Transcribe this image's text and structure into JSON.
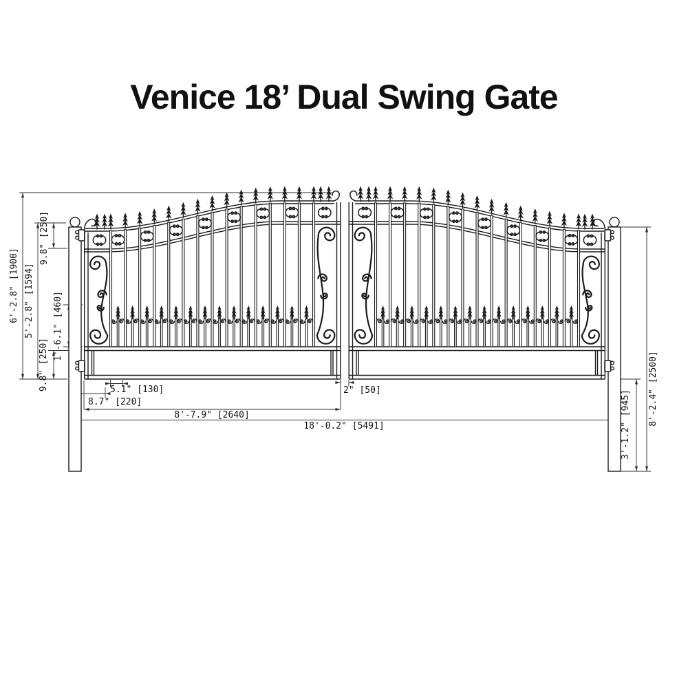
{
  "title": "Venice 18’ Dual Swing Gate",
  "dimensions": {
    "left": [
      {
        "id": "overall-height",
        "label": "6'-2.8\" [1900]"
      },
      {
        "id": "leaf-height",
        "label": "5'-2.8\" [1594]"
      },
      {
        "id": "top-band-height",
        "label": "9.8\" [250]"
      },
      {
        "id": "mid-band-height",
        "label": "1'-6.1\" [460]"
      },
      {
        "id": "bottom-band-height",
        "label": "9.8\" [250]"
      }
    ],
    "right": [
      {
        "id": "post-height",
        "label": "8'-2.4\" [2500]"
      },
      {
        "id": "post-below-gate",
        "label": "3'-1.2\" [945]"
      }
    ],
    "bottom": [
      {
        "id": "picket-spacing",
        "label": "5.1\" [130]"
      },
      {
        "id": "edge-offset",
        "label": "8.7\" [220]"
      },
      {
        "id": "center-gap",
        "label": "2\" [50]"
      },
      {
        "id": "leaf-width",
        "label": "8'-7.9\" [2640]"
      },
      {
        "id": "overall-width",
        "label": "18'-0.2\" [5491]"
      }
    ]
  }
}
